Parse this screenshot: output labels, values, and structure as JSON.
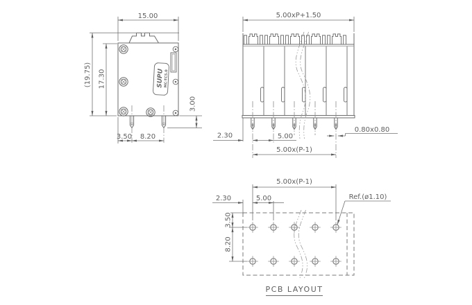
{
  "colors": {
    "line": "#6b6b6b",
    "light_line": "#8f8f8f",
    "text": "#5e5e5e",
    "background": "#ffffff"
  },
  "side_view": {
    "dims": {
      "width": "15.00",
      "overall_height": "(19.75)",
      "housing_height": "17.30",
      "pin_length": "3.00",
      "edge_to_pin": "3.50",
      "pin_spacing": "8.20"
    },
    "label": {
      "brand": "SUPU",
      "model": "MC-TC5.0"
    }
  },
  "front_view": {
    "dims": {
      "overall_width": "5.00xP+1.50",
      "edge_to_pin": "2.30",
      "pin_pitch": "5.00",
      "pin_span": "5.00x(P-1)",
      "pin_cross_section": "0.80x0.80"
    }
  },
  "pcb_layout": {
    "title": "PCB LAYOUT",
    "dims": {
      "hole_span": "5.00x(P-1)",
      "edge_to_hole": "2.30",
      "hole_pitch": "5.00",
      "hole_ref": "Ref.(ø1.10)",
      "edge_to_row": "3.50",
      "row_spacing": "8.20"
    }
  }
}
